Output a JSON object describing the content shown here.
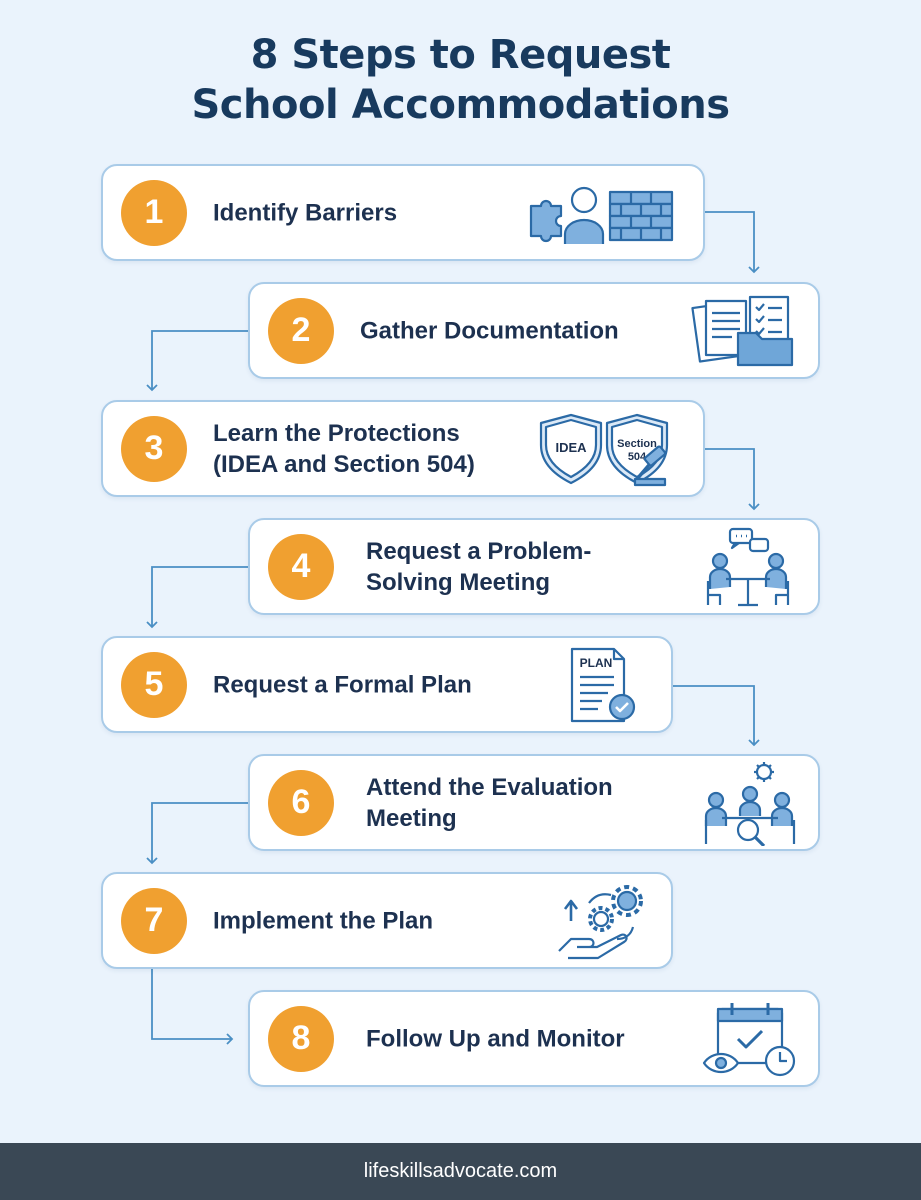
{
  "title": {
    "line1": "8 Steps to Request",
    "line2": "School Accommodations"
  },
  "steps": [
    {
      "number": "1",
      "lines": [
        "Identify Barriers"
      ],
      "icon": "person-puzzle-wall-icon"
    },
    {
      "number": "2",
      "lines": [
        "Gather Documentation"
      ],
      "icon": "documents-folder-icon"
    },
    {
      "number": "3",
      "lines": [
        "Learn the Protections",
        "(IDEA and Section 504)"
      ],
      "icon": "shields-gavel-icon",
      "icon_text": [
        "IDEA",
        "Section",
        "504"
      ]
    },
    {
      "number": "4",
      "lines": [
        "Request a Problem-",
        "Solving Meeting"
      ],
      "icon": "meeting-table-icon"
    },
    {
      "number": "5",
      "lines": [
        "Request a Formal Plan"
      ],
      "icon": "plan-document-icon",
      "icon_text": [
        "PLAN"
      ]
    },
    {
      "number": "6",
      "lines": [
        "Attend the Evaluation",
        "Meeting"
      ],
      "icon": "evaluation-meeting-icon"
    },
    {
      "number": "7",
      "lines": [
        "Implement the Plan"
      ],
      "icon": "hand-gears-icon"
    },
    {
      "number": "8",
      "lines": [
        "Follow Up and Monitor"
      ],
      "icon": "calendar-eye-clock-icon"
    }
  ],
  "footer": {
    "text": "lifeskillsadvocate.com"
  },
  "colors": {
    "background": "#eaf3fc",
    "badge": "#f0a030",
    "card_border": "#a9cbe8",
    "icon": "#2b6aa6",
    "arrow": "#4a8fc4",
    "footer": "#3a4855"
  }
}
